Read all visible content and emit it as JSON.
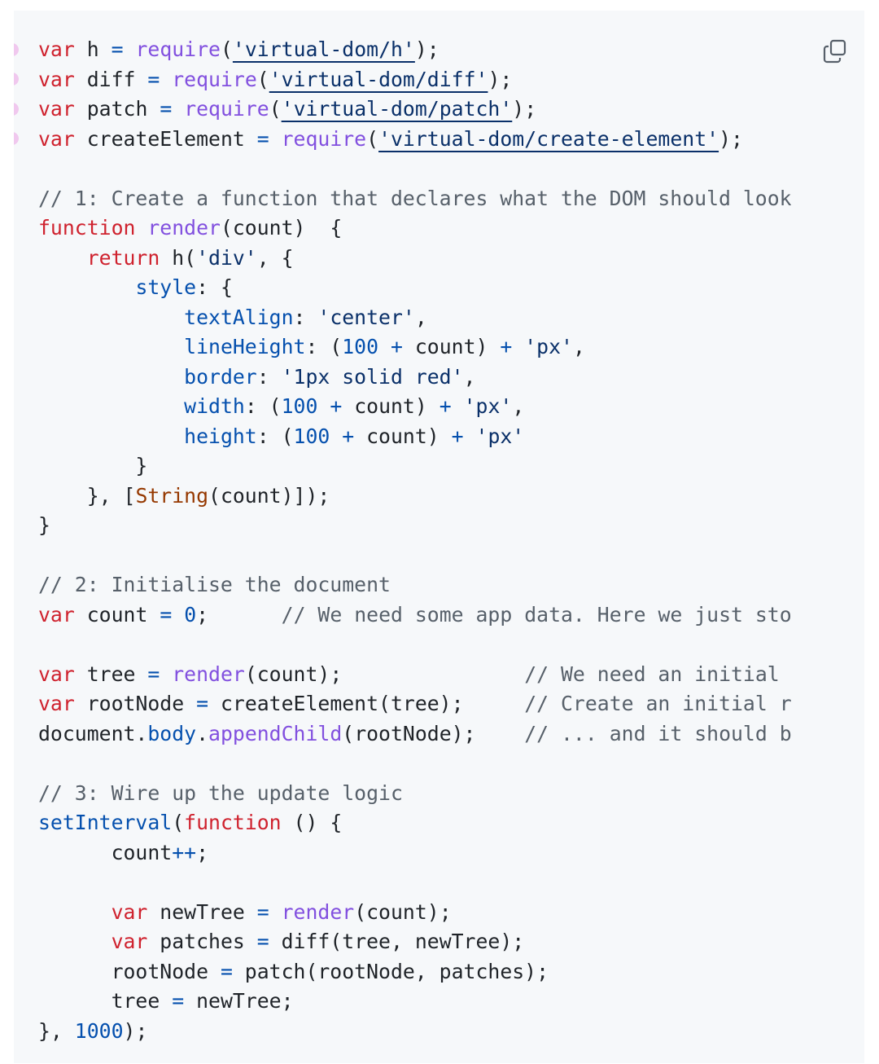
{
  "toolbar": {
    "copy_icon": "copy-icon"
  },
  "colors": {
    "background": "#f6f8fa",
    "keyword": "#cf222e",
    "function": "#8250df",
    "string": "#0a3069",
    "property": "#0550ae",
    "comment": "#57606a",
    "builtin": "#953800",
    "text": "#1f2328",
    "marker": "#f0c8ee"
  },
  "code": {
    "lines": [
      [
        [
          "kw",
          "var"
        ],
        [
          "plain",
          " h "
        ],
        [
          "op",
          "="
        ],
        [
          "plain",
          " "
        ],
        [
          "fn",
          "require"
        ],
        [
          "plain",
          "("
        ],
        [
          "strul",
          "'virtual-dom/h'"
        ],
        [
          "plain",
          ");"
        ]
      ],
      [
        [
          "kw",
          "var"
        ],
        [
          "plain",
          " diff "
        ],
        [
          "op",
          "="
        ],
        [
          "plain",
          " "
        ],
        [
          "fn",
          "require"
        ],
        [
          "plain",
          "("
        ],
        [
          "strul",
          "'virtual-dom/diff'"
        ],
        [
          "plain",
          ");"
        ]
      ],
      [
        [
          "kw",
          "var"
        ],
        [
          "plain",
          " patch "
        ],
        [
          "op",
          "="
        ],
        [
          "plain",
          " "
        ],
        [
          "fn",
          "require"
        ],
        [
          "plain",
          "("
        ],
        [
          "strul",
          "'virtual-dom/patch'"
        ],
        [
          "plain",
          ");"
        ]
      ],
      [
        [
          "kw",
          "var"
        ],
        [
          "plain",
          " createElement "
        ],
        [
          "op",
          "="
        ],
        [
          "plain",
          " "
        ],
        [
          "fn",
          "require"
        ],
        [
          "plain",
          "("
        ],
        [
          "strul",
          "'virtual-dom/create-element'"
        ],
        [
          "plain",
          ");"
        ]
      ],
      [],
      [
        [
          "com",
          "// 1: Create a function that declares what the DOM should look"
        ]
      ],
      [
        [
          "kw",
          "function"
        ],
        [
          "plain",
          " "
        ],
        [
          "fn",
          "render"
        ],
        [
          "plain",
          "(count)  {"
        ]
      ],
      [
        [
          "plain",
          "    "
        ],
        [
          "kw",
          "return"
        ],
        [
          "plain",
          " h("
        ],
        [
          "str",
          "'div'"
        ],
        [
          "plain",
          ", {"
        ]
      ],
      [
        [
          "plain",
          "        "
        ],
        [
          "prop",
          "style"
        ],
        [
          "plain",
          ": {"
        ]
      ],
      [
        [
          "plain",
          "            "
        ],
        [
          "prop",
          "textAlign"
        ],
        [
          "plain",
          ": "
        ],
        [
          "str",
          "'center'"
        ],
        [
          "plain",
          ","
        ]
      ],
      [
        [
          "plain",
          "            "
        ],
        [
          "prop",
          "lineHeight"
        ],
        [
          "plain",
          ": ("
        ],
        [
          "num",
          "100"
        ],
        [
          "plain",
          " "
        ],
        [
          "op",
          "+"
        ],
        [
          "plain",
          " count) "
        ],
        [
          "op",
          "+"
        ],
        [
          "plain",
          " "
        ],
        [
          "str",
          "'px'"
        ],
        [
          "plain",
          ","
        ]
      ],
      [
        [
          "plain",
          "            "
        ],
        [
          "prop",
          "border"
        ],
        [
          "plain",
          ": "
        ],
        [
          "str",
          "'1px solid red'"
        ],
        [
          "plain",
          ","
        ]
      ],
      [
        [
          "plain",
          "            "
        ],
        [
          "prop",
          "width"
        ],
        [
          "plain",
          ": ("
        ],
        [
          "num",
          "100"
        ],
        [
          "plain",
          " "
        ],
        [
          "op",
          "+"
        ],
        [
          "plain",
          " count) "
        ],
        [
          "op",
          "+"
        ],
        [
          "plain",
          " "
        ],
        [
          "str",
          "'px'"
        ],
        [
          "plain",
          ","
        ]
      ],
      [
        [
          "plain",
          "            "
        ],
        [
          "prop",
          "height"
        ],
        [
          "plain",
          ": ("
        ],
        [
          "num",
          "100"
        ],
        [
          "plain",
          " "
        ],
        [
          "op",
          "+"
        ],
        [
          "plain",
          " count) "
        ],
        [
          "op",
          "+"
        ],
        [
          "plain",
          " "
        ],
        [
          "str",
          "'px'"
        ]
      ],
      [
        [
          "plain",
          "        }"
        ]
      ],
      [
        [
          "plain",
          "    }, ["
        ],
        [
          "builtin",
          "String"
        ],
        [
          "plain",
          "(count)]);"
        ]
      ],
      [
        [
          "plain",
          "}"
        ]
      ],
      [],
      [
        [
          "com",
          "// 2: Initialise the document"
        ]
      ],
      [
        [
          "kw",
          "var"
        ],
        [
          "plain",
          " count "
        ],
        [
          "op",
          "="
        ],
        [
          "plain",
          " "
        ],
        [
          "num",
          "0"
        ],
        [
          "plain",
          ";      "
        ],
        [
          "com",
          "// We need some app data. Here we just sto"
        ]
      ],
      [],
      [
        [
          "kw",
          "var"
        ],
        [
          "plain",
          " tree "
        ],
        [
          "op",
          "="
        ],
        [
          "plain",
          " "
        ],
        [
          "fn",
          "render"
        ],
        [
          "plain",
          "(count);               "
        ],
        [
          "com",
          "// We need an initial"
        ]
      ],
      [
        [
          "kw",
          "var"
        ],
        [
          "plain",
          " rootNode "
        ],
        [
          "op",
          "="
        ],
        [
          "plain",
          " createElement(tree);     "
        ],
        [
          "com",
          "// Create an initial r"
        ]
      ],
      [
        [
          "plain",
          "document."
        ],
        [
          "prop",
          "body"
        ],
        [
          "plain",
          "."
        ],
        [
          "fn",
          "appendChild"
        ],
        [
          "plain",
          "(rootNode);    "
        ],
        [
          "com",
          "// ... and it should b"
        ]
      ],
      [],
      [
        [
          "com",
          "// 3: Wire up the update logic"
        ]
      ],
      [
        [
          "prop",
          "setInterval"
        ],
        [
          "plain",
          "("
        ],
        [
          "kw",
          "function"
        ],
        [
          "plain",
          " () {"
        ]
      ],
      [
        [
          "plain",
          "      count"
        ],
        [
          "op",
          "++"
        ],
        [
          "plain",
          ";"
        ]
      ],
      [],
      [
        [
          "plain",
          "      "
        ],
        [
          "kw",
          "var"
        ],
        [
          "plain",
          " newTree "
        ],
        [
          "op",
          "="
        ],
        [
          "plain",
          " "
        ],
        [
          "fn",
          "render"
        ],
        [
          "plain",
          "(count);"
        ]
      ],
      [
        [
          "plain",
          "      "
        ],
        [
          "kw",
          "var"
        ],
        [
          "plain",
          " patches "
        ],
        [
          "op",
          "="
        ],
        [
          "plain",
          " diff(tree, newTree);"
        ]
      ],
      [
        [
          "plain",
          "      rootNode "
        ],
        [
          "op",
          "="
        ],
        [
          "plain",
          " patch(rootNode, patches);"
        ]
      ],
      [
        [
          "plain",
          "      tree "
        ],
        [
          "op",
          "="
        ],
        [
          "plain",
          " newTree;"
        ]
      ],
      [
        [
          "plain",
          "}, "
        ],
        [
          "num",
          "1000"
        ],
        [
          "plain",
          ");"
        ]
      ]
    ]
  }
}
